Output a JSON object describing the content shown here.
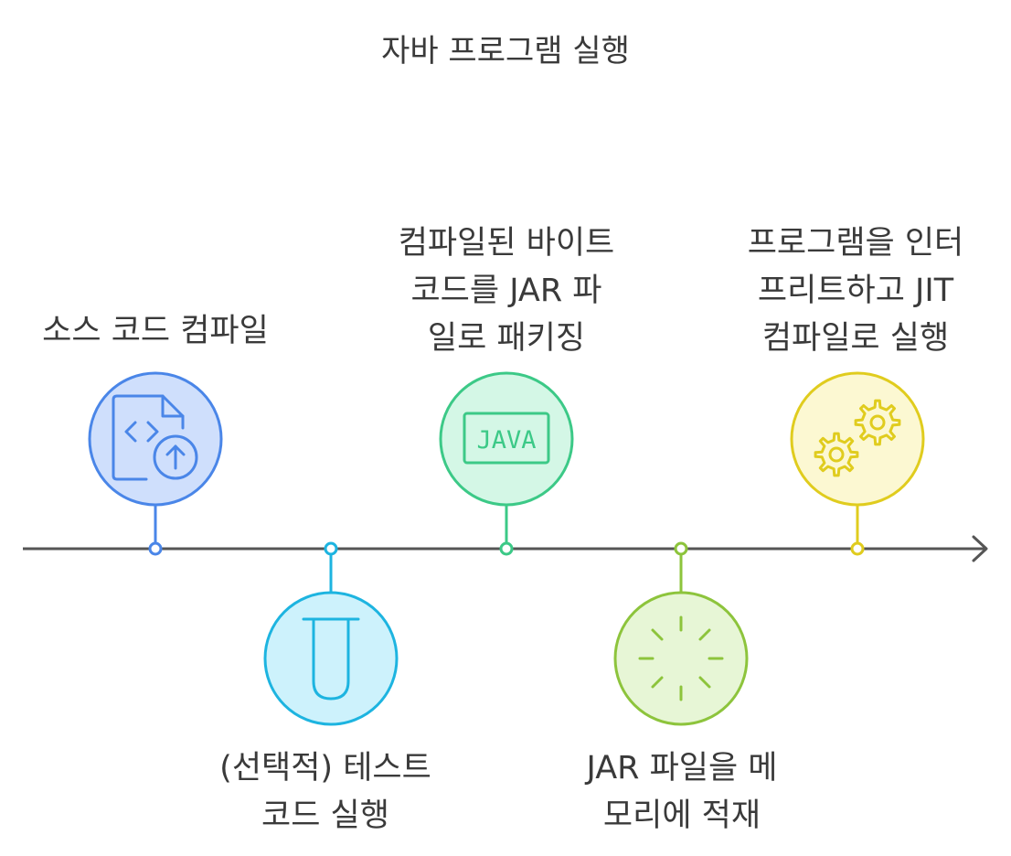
{
  "title": "자바 프로그램 실행",
  "colors": {
    "axis": "#555555",
    "blue": "#4A86E8",
    "cyan": "#1DB4E0",
    "green": "#3CC987",
    "lime": "#8DC43C",
    "yellow": "#E0CC1E"
  },
  "steps": [
    {
      "icon": "source-code-upload-icon",
      "label_lines": [
        "소스 코드 컴파일"
      ]
    },
    {
      "icon": "test-tube-icon",
      "label_lines": [
        "(선택적) 테스트",
        "코드 실행"
      ]
    },
    {
      "icon": "java-icon",
      "icon_text": "JAVA",
      "label_lines": [
        "컴파일된 바이트",
        "코드를 JAR 파",
        "일로 패키징"
      ]
    },
    {
      "icon": "loading-spinner-icon",
      "label_lines": [
        "JAR 파일을 메",
        "모리에 적재"
      ]
    },
    {
      "icon": "gears-icon",
      "label_lines": [
        "프로그램을 인터",
        "프리트하고 JIT",
        "컴파일로 실행"
      ]
    }
  ]
}
